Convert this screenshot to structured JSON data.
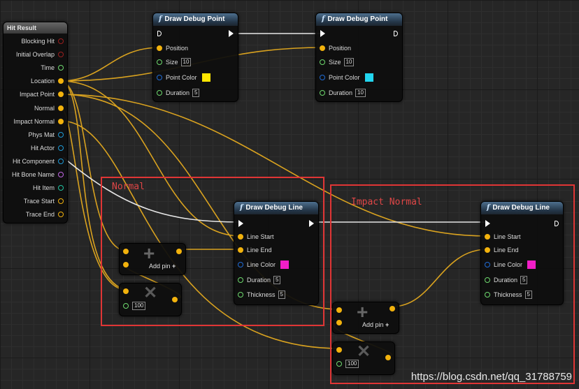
{
  "hit_result": {
    "title": "Hit Result",
    "pins": [
      {
        "label": "Blocking Hit",
        "color": "#9c1f1f"
      },
      {
        "label": "Initial Overlap",
        "color": "#9c1f1f"
      },
      {
        "label": "Time",
        "color": "#6ed96e"
      },
      {
        "label": "Location",
        "color": "#f2b20d"
      },
      {
        "label": "Impact Point",
        "color": "#f2b20d"
      },
      {
        "label": "Normal",
        "color": "#f2b20d"
      },
      {
        "label": "Impact Normal",
        "color": "#f2b20d"
      },
      {
        "label": "Phys Mat",
        "color": "#1f9ad6"
      },
      {
        "label": "Hit Actor",
        "color": "#1f9ad6"
      },
      {
        "label": "Hit Component",
        "color": "#1f9ad6"
      },
      {
        "label": "Hit Bone Name",
        "color": "#c266e6"
      },
      {
        "label": "Hit Item",
        "color": "#21c2a0"
      },
      {
        "label": "Trace Start",
        "color": "#f2b20d"
      },
      {
        "label": "Trace End",
        "color": "#f2b20d"
      }
    ]
  },
  "function_icon": "f",
  "point_nodes": [
    {
      "title": "Draw Debug Point",
      "position": "Position",
      "size_label": "Size",
      "size": "10",
      "color_label": "Point Color",
      "color": "#ffe600",
      "duration_label": "Duration",
      "duration": "5"
    },
    {
      "title": "Draw Debug Point",
      "position": "Position",
      "size_label": "Size",
      "size": "10",
      "color_label": "Point Color",
      "color": "#22d6f0",
      "duration_label": "Duration",
      "duration": "10"
    }
  ],
  "line_nodes": [
    {
      "title": "Draw Debug Line",
      "start": "Line Start",
      "end": "Line End",
      "color_label": "Line Color",
      "color": "#f21ec8",
      "duration_label": "Duration",
      "duration": "5",
      "thickness_label": "Thickness",
      "thickness": "5"
    },
    {
      "title": "Draw Debug Line",
      "start": "Line Start",
      "end": "Line End",
      "color_label": "Line Color",
      "color": "#f21ec8",
      "duration_label": "Duration",
      "duration": "5",
      "thickness_label": "Thickness",
      "thickness": "5"
    }
  ],
  "add_nodes": [
    {
      "add_pin": "Add pin"
    },
    {
      "add_pin": "Add pin"
    }
  ],
  "multiply_nodes": [
    {
      "value": "100"
    },
    {
      "value": "100"
    }
  ],
  "annotations": {
    "normal": "Normal",
    "impact_normal": "Impact Normal"
  },
  "watermark": "https://blog.csdn.net/qq_31788759",
  "colors": {
    "vector": "#f2b20d",
    "exec": "#ffffff",
    "float": "#6ed96e",
    "struct": "#1f6bd6",
    "frame": "#e03535"
  }
}
